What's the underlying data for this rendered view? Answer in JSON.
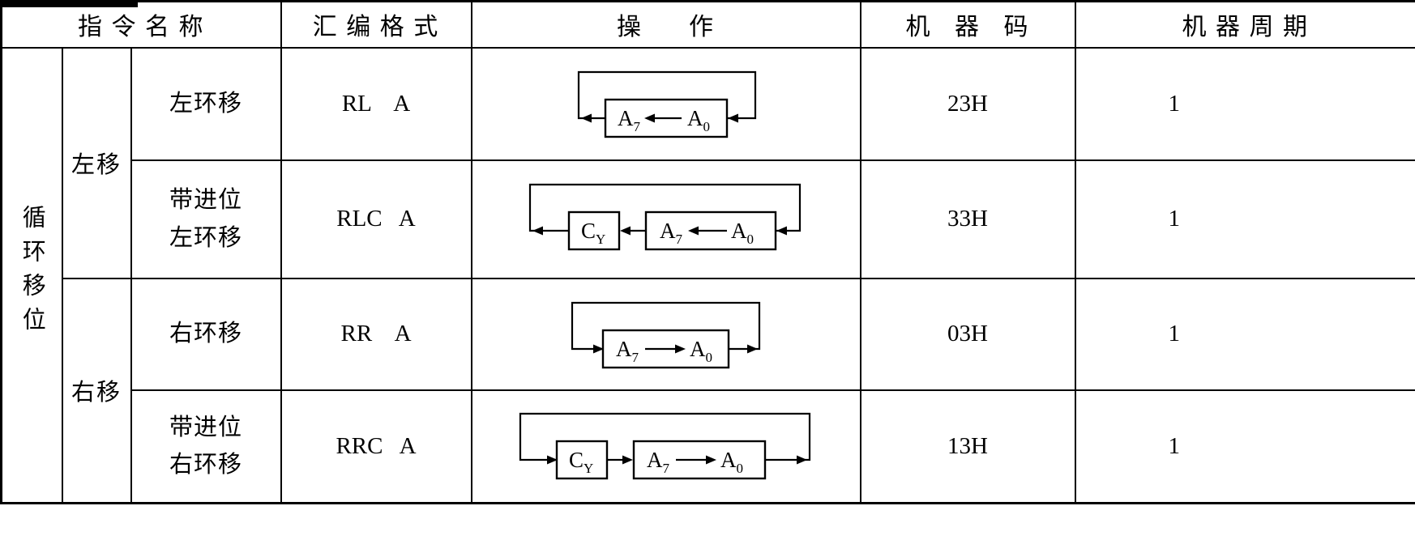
{
  "header": {
    "instruction_name": "指 令 名 称",
    "assembly_format": "汇 编 格 式",
    "operation": "操      作",
    "machine_code": "机   器   码",
    "machine_cycle": "机 器 周 期"
  },
  "group_label": "循环移位",
  "subgroup_left": "左移",
  "subgroup_right": "右移",
  "rows": [
    {
      "name_lines": [
        "左环移"
      ],
      "asm": "RL    A",
      "code": "23H",
      "cycle": "1",
      "diagram": {
        "a7": {
          "base": "A",
          "sub": "7"
        },
        "a0": {
          "base": "A",
          "sub": "0"
        }
      }
    },
    {
      "name_lines": [
        "带进位",
        "左环移"
      ],
      "asm": "RLC   A",
      "code": "33H",
      "cycle": "1",
      "diagram": {
        "cy": {
          "base": "C",
          "sub": "Y"
        },
        "a7": {
          "base": "A",
          "sub": "7"
        },
        "a0": {
          "base": "A",
          "sub": "0"
        }
      }
    },
    {
      "name_lines": [
        "右环移"
      ],
      "asm": "RR    A",
      "code": "03H",
      "cycle": "1",
      "diagram": {
        "a7": {
          "base": "A",
          "sub": "7"
        },
        "a0": {
          "base": "A",
          "sub": "0"
        }
      }
    },
    {
      "name_lines": [
        "带进位",
        "右环移"
      ],
      "asm": "RRC   A",
      "code": "13H",
      "cycle": "1",
      "diagram": {
        "cy": {
          "base": "C",
          "sub": "Y"
        },
        "a7": {
          "base": "A",
          "sub": "7"
        },
        "a0": {
          "base": "A",
          "sub": "0"
        }
      }
    }
  ]
}
